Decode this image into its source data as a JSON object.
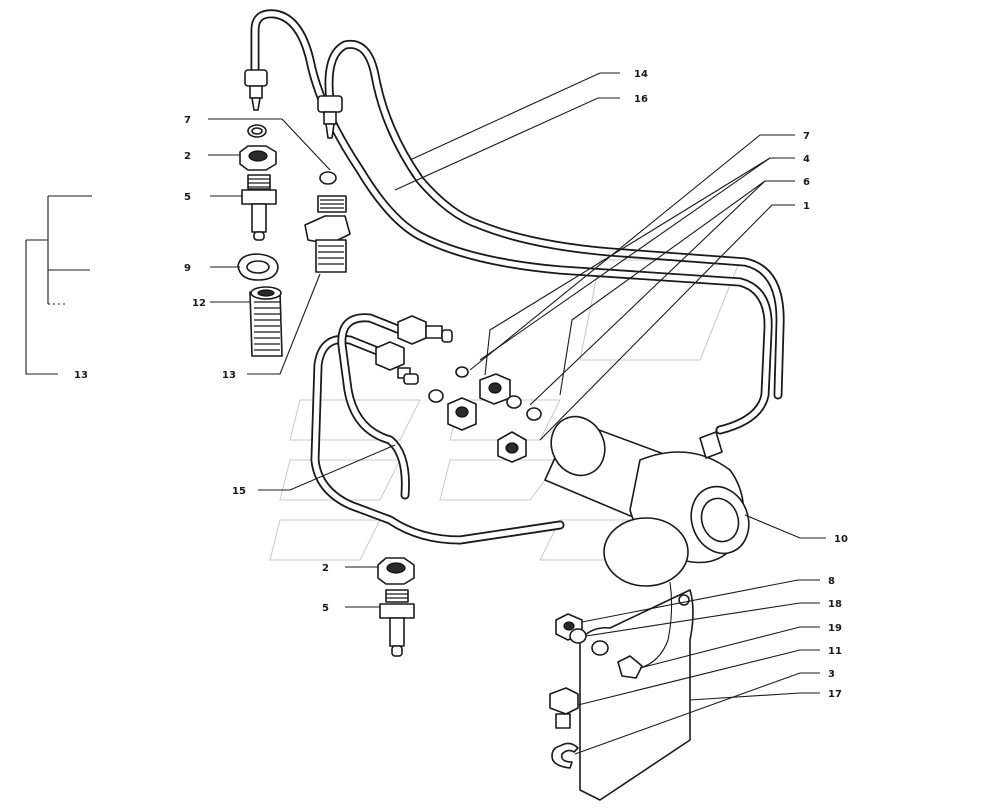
{
  "diagram": {
    "callouts": [
      {
        "id": "c14",
        "text": "14"
      },
      {
        "id": "c16",
        "text": "16"
      },
      {
        "id": "c7a",
        "text": "7"
      },
      {
        "id": "c2a",
        "text": "2"
      },
      {
        "id": "c5a",
        "text": "5"
      },
      {
        "id": "c9",
        "text": "9"
      },
      {
        "id": "c12",
        "text": "12"
      },
      {
        "id": "c13a",
        "text": "13"
      },
      {
        "id": "c13b",
        "text": "13"
      },
      {
        "id": "c7b",
        "text": "7"
      },
      {
        "id": "c4",
        "text": "4"
      },
      {
        "id": "c6",
        "text": "6"
      },
      {
        "id": "c1",
        "text": "1"
      },
      {
        "id": "c15",
        "text": "15"
      },
      {
        "id": "c10",
        "text": "10"
      },
      {
        "id": "c2b",
        "text": "2"
      },
      {
        "id": "c5b",
        "text": "5"
      },
      {
        "id": "c8",
        "text": "8"
      },
      {
        "id": "c18",
        "text": "18"
      },
      {
        "id": "c19",
        "text": "19"
      },
      {
        "id": "c11",
        "text": "11"
      },
      {
        "id": "c3",
        "text": "3"
      },
      {
        "id": "c17",
        "text": "17"
      }
    ]
  }
}
